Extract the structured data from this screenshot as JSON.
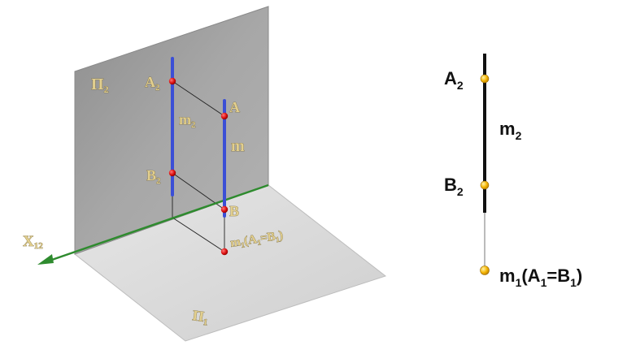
{
  "spatial_view": {
    "plane_v_label": "Π",
    "plane_v_sub": "2",
    "plane_h_label": "Π",
    "plane_h_sub": "1",
    "axis_label": "X",
    "axis_sub": "12",
    "a2_label": "A",
    "a2_sub": "2",
    "b2_label": "B",
    "b2_sub": "2",
    "m2_label": "m",
    "m2_sub": "2",
    "a_label": "A",
    "b_label": "B",
    "m_label": "m",
    "m1_label": "m",
    "m1_sub": "1",
    "m1_paren_open": "(A",
    "m1_paren_a_sub": "1",
    "m1_eq": "=B",
    "m1_paren_b_sub": "1",
    "m1_paren_close": ")"
  },
  "projection_view": {
    "a2_label": "A",
    "a2_sub": "2",
    "b2_label": "B",
    "b2_sub": "2",
    "m2_label": "m",
    "m2_sub": "2",
    "m1_label": "m",
    "m1_sub": "1",
    "m1_rest_open": "(A",
    "m1_rest_a_sub": "1",
    "m1_rest_eq": "=B",
    "m1_rest_b_sub": "1",
    "m1_rest_close": ")"
  },
  "colors": {
    "vertical_plane": "#9c9c9c",
    "horizontal_plane": "#dcdcdc",
    "axis": "#2e8b2e",
    "line_blue": "#3b4fd6",
    "point_red": "#cc1111",
    "point_gold": "#f4b400",
    "label_gold": "#e2cf8e"
  }
}
